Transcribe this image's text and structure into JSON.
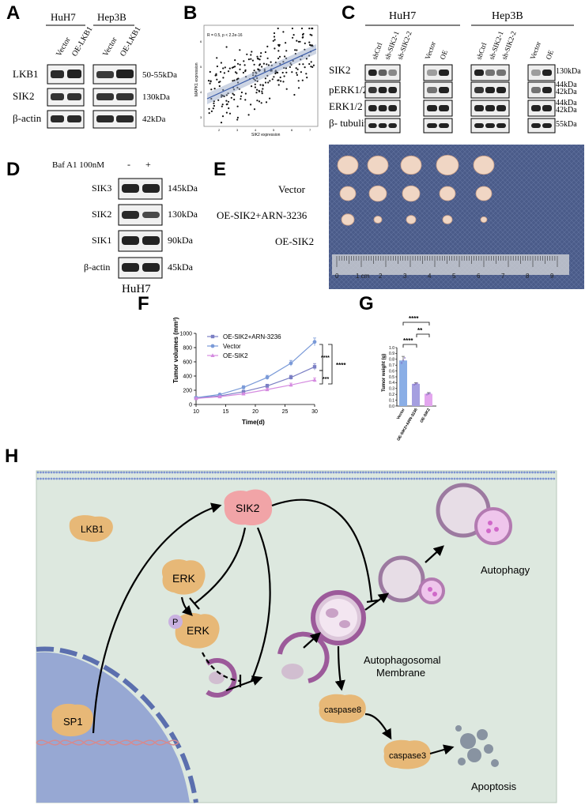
{
  "panels": {
    "A": {
      "letter": "A",
      "groups": [
        "HuH7",
        "Hep3B"
      ],
      "lanes": [
        "Vector",
        "OE-LKB1",
        "Vector",
        "OE-LKB1"
      ],
      "rows": [
        {
          "protein": "LKB1",
          "size": "50-55kDa"
        },
        {
          "protein": "SIK2",
          "size": "130kDa"
        },
        {
          "protein": "β-actin",
          "size": "42kDa"
        }
      ]
    },
    "B": {
      "letter": "B",
      "stat": "R = 0.5, p < 2.2e-16",
      "xlabel": "SIK2 expression",
      "ylabel": "MAPK1 expression",
      "xticks": [
        "2",
        "3",
        "4",
        "5",
        "6",
        "7"
      ],
      "yticks": [
        "3",
        "4",
        "5",
        "6"
      ]
    },
    "C": {
      "letter": "C",
      "groups": [
        "HuH7",
        "Hep3B"
      ],
      "lanes": [
        "shCtrl",
        "sh-SIK2-1",
        "sh-SIK2-2",
        "Vector",
        "OE",
        "shCtrl",
        "sh-SIK2-1",
        "sh-SIK2-2",
        "Vector",
        "OE"
      ],
      "rows": [
        {
          "protein": "SIK2",
          "size": "130kDa"
        },
        {
          "protein": "pERK1/2",
          "size": "44kDa",
          "size2": "42kDa"
        },
        {
          "protein": "ERK1/2",
          "size": "44kDa",
          "size2": "42kDa"
        },
        {
          "protein": "β- tubulin",
          "size": "55kDa"
        }
      ]
    },
    "D": {
      "letter": "D",
      "treatment": "Baf A1 100nM",
      "lanes": [
        "-",
        "+"
      ],
      "cell": "HuH7",
      "rows": [
        {
          "protein": "SIK3",
          "size": "145kDa"
        },
        {
          "protein": "SIK2",
          "size": "130kDa"
        },
        {
          "protein": "SIK1",
          "size": "90kDa"
        },
        {
          "protein": "β-actin",
          "size": "45kDa"
        }
      ]
    },
    "E": {
      "letter": "E",
      "rows": [
        "Vector",
        "OE-SIK2+ARN-3236",
        "OE-SIK2"
      ],
      "ruler": [
        "0",
        "1 cm",
        "2",
        "3",
        "4",
        "5",
        "6",
        "7",
        "8",
        "9"
      ]
    },
    "F": {
      "letter": "F",
      "ylabel": "Tumor volumes (mm³)",
      "xlabel": "Time(d)",
      "sig": [
        "****",
        "****",
        "***"
      ]
    },
    "G": {
      "letter": "G",
      "ylabel": "Tumor weight (g)",
      "sig": [
        "****",
        "****",
        "**"
      ]
    },
    "H": {
      "letter": "H",
      "labels": {
        "lkb1": "LKB1",
        "sik2": "SIK2",
        "erk": "ERK",
        "perk": "ERK",
        "p": "P",
        "sp1": "SP1",
        "caspase8": "caspase8",
        "caspase3": "caspase3",
        "autophagy": "Autophagy",
        "membrane1": "Autophagosomal",
        "membrane2": "Membrane",
        "apoptosis": "Apoptosis"
      }
    }
  },
  "chart_data": [
    {
      "type": "line",
      "panel": "F",
      "xlabel": "Time(d)",
      "ylabel": "Tumor volumes (mm³)",
      "xlim": [
        10,
        30
      ],
      "ylim": [
        0,
        1000
      ],
      "xticks": [
        10,
        15,
        20,
        25,
        30
      ],
      "yticks": [
        0,
        200,
        400,
        600,
        800,
        1000
      ],
      "x": [
        10,
        14,
        18,
        22,
        26,
        30
      ],
      "legend_position": "top-left",
      "series": [
        {
          "name": "OE-SIK2+ARN-3236",
          "color": "#7b7fc4",
          "marker": "square",
          "values": [
            90,
            120,
            180,
            260,
            380,
            530
          ],
          "err": [
            10,
            15,
            20,
            25,
            30,
            45
          ]
        },
        {
          "name": "Vector",
          "color": "#7a9ad8",
          "marker": "circle",
          "values": [
            95,
            140,
            240,
            380,
            580,
            880
          ],
          "err": [
            10,
            15,
            25,
            30,
            40,
            55
          ]
        },
        {
          "name": "OE-SIK2",
          "color": "#d58be0",
          "marker": "triangle",
          "values": [
            85,
            110,
            150,
            210,
            275,
            345
          ],
          "err": [
            10,
            12,
            15,
            20,
            25,
            30
          ]
        }
      ]
    },
    {
      "type": "bar",
      "panel": "G",
      "ylabel": "Tumor weight (g)",
      "ylim": [
        0,
        1.0
      ],
      "yticks": [
        0.0,
        0.1,
        0.2,
        0.3,
        0.4,
        0.5,
        0.6,
        0.7,
        0.8,
        0.9,
        1.0
      ],
      "categories": [
        "Vector",
        "OE-SIK2+ARN-3236",
        "OE-SIK2"
      ],
      "values": [
        0.78,
        0.38,
        0.21
      ],
      "err": [
        0.07,
        0.02,
        0.02
      ],
      "colors": [
        "#8aaee6",
        "#a59fe0",
        "#e3a6ee"
      ]
    }
  ],
  "colors": {
    "blot_band": "#262626",
    "cell_bg": "#dde8df",
    "nucleus": "#97a8d3",
    "protein": "#e7b877",
    "sik2": "#f1a4a7",
    "vesicle": "#9c5a9a"
  }
}
